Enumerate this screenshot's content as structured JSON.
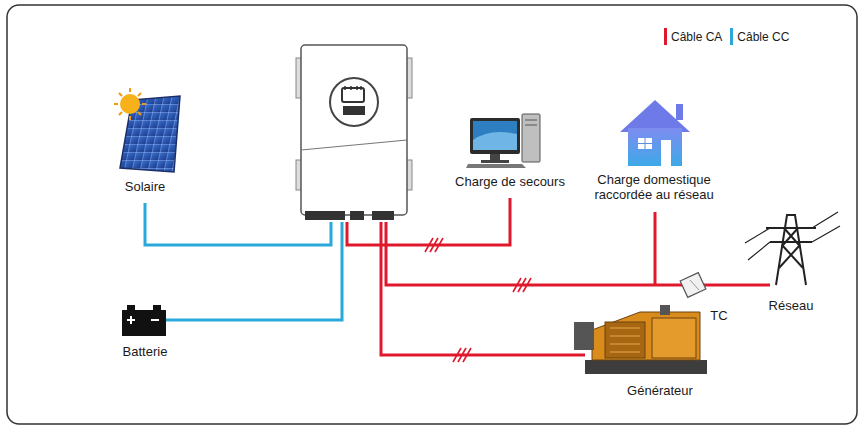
{
  "diagram": {
    "nodes": [
      {
        "text": [
          "Solaire"
        ]
      },
      {
        "text": [
          "Charge de secours"
        ]
      },
      {
        "text": [
          "Charge domestique raccordée au réseau"
        ]
      },
      {
        "text": [
          "Réseau"
        ]
      },
      {
        "text": [
          "TC"
        ]
      },
      {
        "text": [
          "Batterie"
        ]
      },
      {
        "text": [
          "Générateur"
        ]
      }
    ],
    "legend": [
      {
        "text": "Câble CA",
        "color": "#e0182d"
      },
      {
        "text": "Câble CC",
        "color": "#29a8d9"
      }
    ]
  }
}
